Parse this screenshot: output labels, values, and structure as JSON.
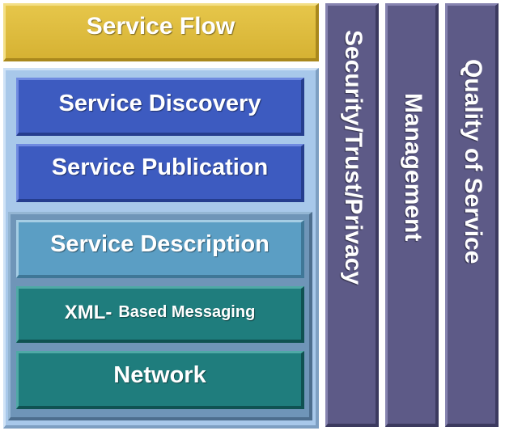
{
  "diagram": {
    "service_flow": "Service Flow",
    "service_discovery": "Service Discovery",
    "service_publication": "Service Publication",
    "service_description": "Service Description",
    "xml_messaging": {
      "prefix": "XML-",
      "suffix": "Based Messaging"
    },
    "network": "Network",
    "columns": [
      "Security/Trust/Privacy",
      "Management",
      "Quality of Service"
    ]
  },
  "colors": {
    "service_flow": "#d6b233",
    "outer_panel": "#a8c8ea",
    "blue_boxes": "#3d5bc0",
    "description_box": "#5b9ec4",
    "teal_boxes": "#1f7d7d",
    "columns": "#5d5a87"
  }
}
